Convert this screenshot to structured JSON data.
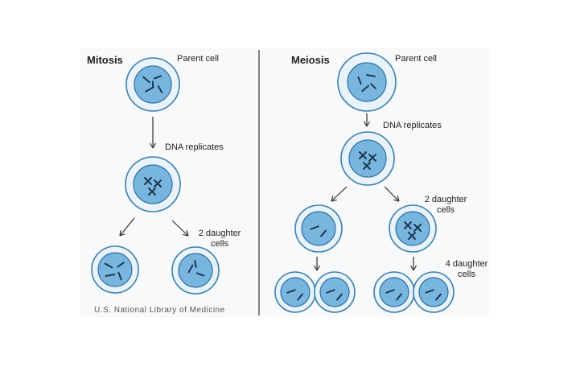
{
  "mitosis": {
    "title": "Mitosis",
    "parent_label": "Parent cell",
    "replicate_label": "DNA replicates",
    "daughters_label_line1": "2 daughter",
    "daughters_label_line2": "cells"
  },
  "meiosis": {
    "title": "Meiosis",
    "parent_label": "Parent cell",
    "replicate_label": "DNA replicates",
    "daughters_label_line1": "2 daughter",
    "daughters_label_line2": "cells",
    "final_label_line1": "4 daughter",
    "final_label_line2": "cells"
  },
  "credit": "U.S. National Library of Medicine",
  "colors": {
    "background": "#ffffff",
    "panel": "#f7f9fb",
    "cell_outer": "#e9f3fb",
    "cell_outer_stroke": "#3d7fae",
    "nucleus": "#78b6e0",
    "nucleus_stroke": "#2f6f9f",
    "chromosome": "#1d3850",
    "divider": "#333333",
    "arrow": "#333333"
  }
}
